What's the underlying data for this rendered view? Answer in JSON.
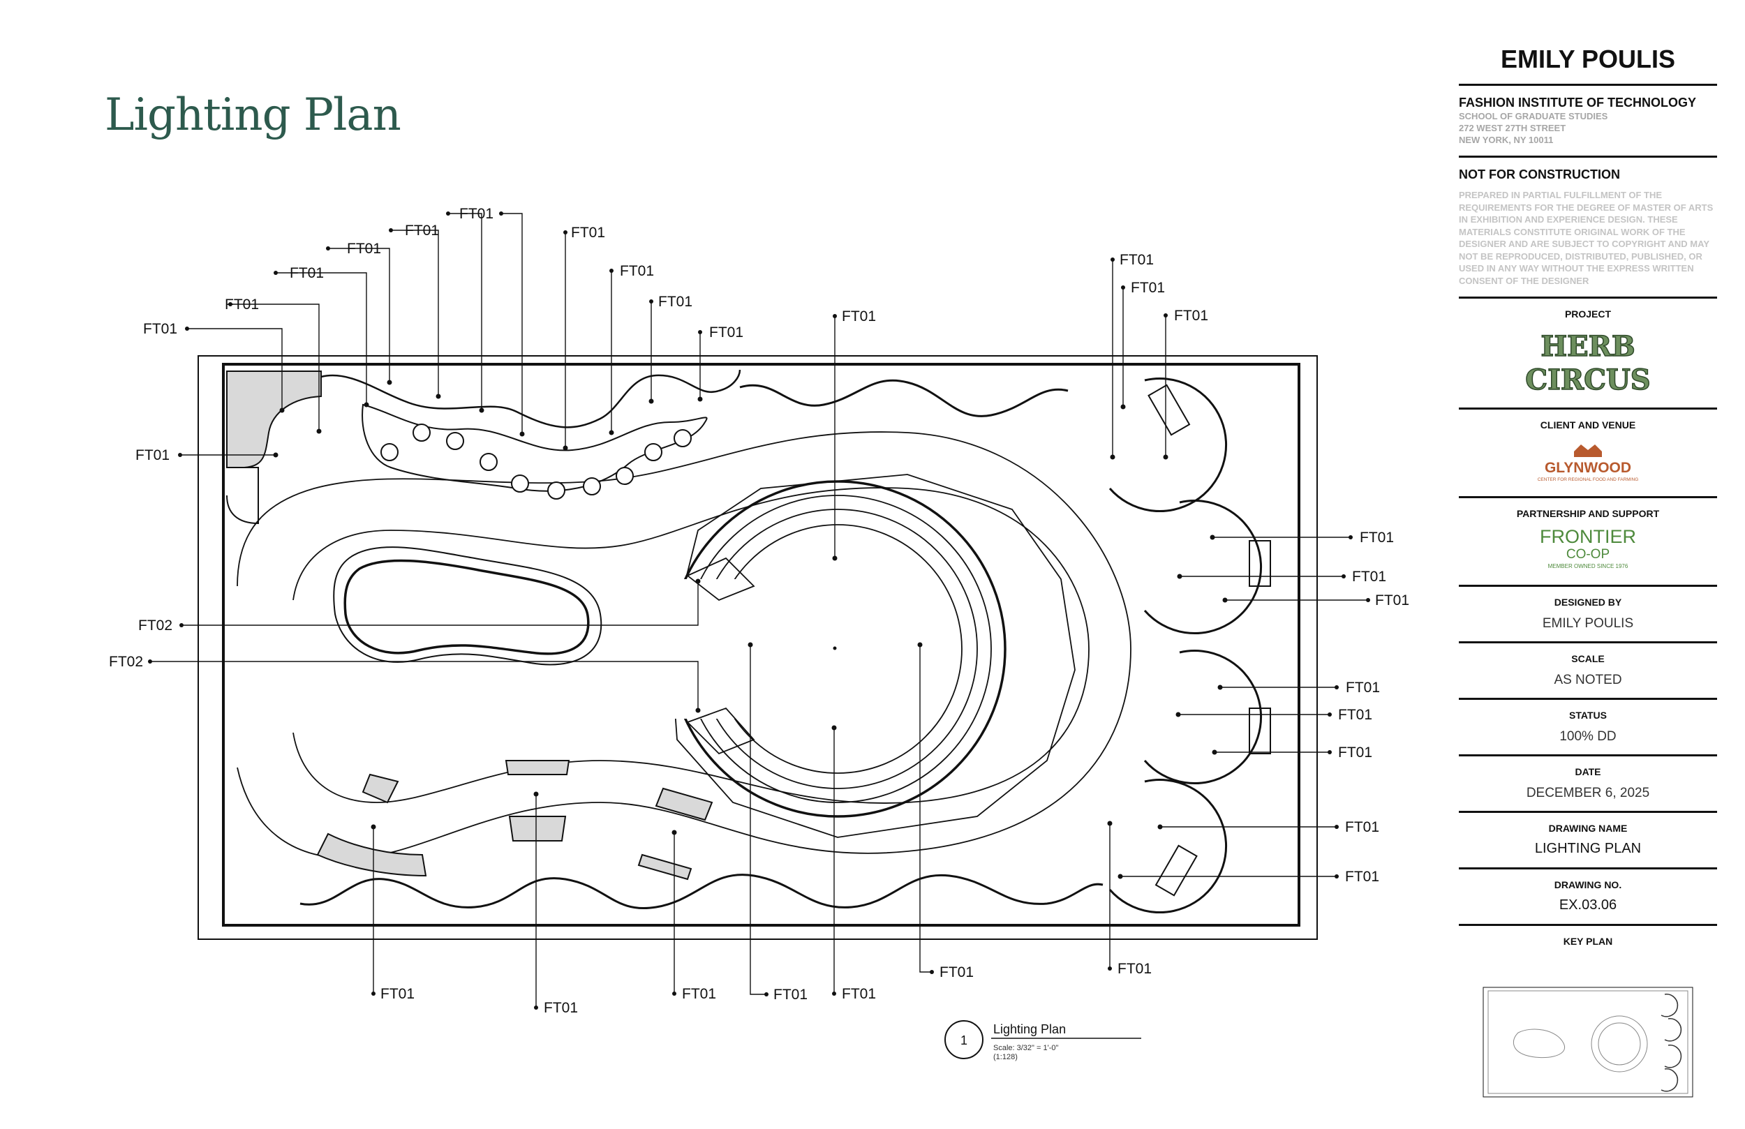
{
  "sheet": {
    "title": "Lighting Plan"
  },
  "callouts": {
    "ft01": "FT01",
    "ft02": "FT02"
  },
  "detail": {
    "number": "1",
    "title": "Lighting Plan",
    "scale": "Scale: 3/32\" = 1'-0\"",
    "ratio": "(1:128)"
  },
  "title_block": {
    "designer": "EMILY POULIS",
    "school": "FASHION INSTITUTE OF TECHNOLOGY",
    "school_sub1": "SCHOOL OF GRADUATE STUDIES",
    "school_sub2": "272 WEST 27TH STREET",
    "school_sub3": "NEW YORK, NY 10011",
    "not_for_construction": "NOT FOR CONSTRUCTION",
    "disclaimer": "PREPARED IN PARTIAL FULFILLMENT OF THE REQUIREMENTS FOR THE DEGREE OF MASTER OF ARTS IN EXHIBITION AND EXPERIENCE DESIGN. THESE MATERIALS CONSTITUTE ORIGINAL WORK OF THE DESIGNER AND ARE SUBJECT TO COPYRIGHT AND MAY NOT BE REPRODUCED, DISTRIBUTED, PUBLISHED, OR USED IN ANY WAY WITHOUT THE EXPRESS WRITTEN CONSENT OF THE DESIGNER",
    "project_label": "PROJECT",
    "project_logo_line1": "HERB",
    "project_logo_line2": "CIRCUS",
    "client_label": "CLIENT AND VENUE",
    "client_logo": "GLYNWOOD",
    "client_tagline": "CENTER FOR REGIONAL FOOD AND FARMING",
    "partner_label": "PARTNERSHIP AND SUPPORT",
    "partner_logo_line1": "FRONTIER",
    "partner_logo_line2": "CO-OP",
    "partner_tagline": "MEMBER OWNED SINCE 1976",
    "designed_by_label": "DESIGNED BY",
    "designed_by_value": "EMILY POULIS",
    "scale_label": "SCALE",
    "scale_value": "AS NOTED",
    "status_label": "STATUS",
    "status_value": "100% DD",
    "date_label": "DATE",
    "date_value": "DECEMBER 6, 2025",
    "drawing_name_label": "DRAWING NAME",
    "drawing_name_value": "LIGHTING PLAN",
    "drawing_no_label": "DRAWING NO.",
    "drawing_no_value": "EX.03.06",
    "key_plan_label": "KEY PLAN"
  },
  "colors": {
    "title_green": "#2d5a4d",
    "herb_green": "#4f7a4a",
    "glynwood_orange": "#b85a2e",
    "frontier_green": "#4e8a3c"
  }
}
